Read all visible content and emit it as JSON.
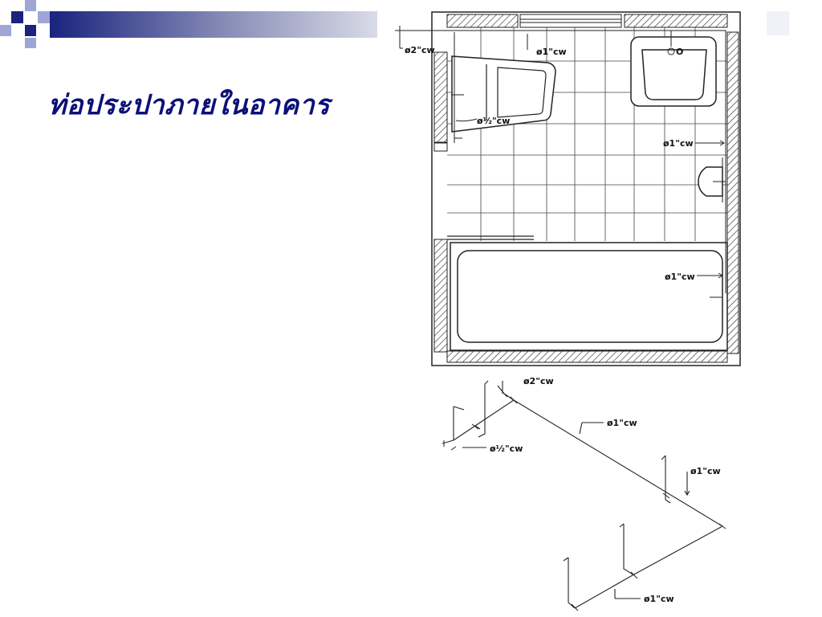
{
  "slide": {
    "title": "ท่อประปาภายในอาคาร",
    "theme_colors": {
      "title": "#0c1178",
      "square_dark": "#1a237e",
      "square_light": "#9fa6d6"
    }
  },
  "plan_view": {
    "pipe_labels": {
      "main_2in": "ø2\"cw",
      "sink_1in": "ø1\"cw",
      "toilet_half_in": "ø½\"cw",
      "bidet_1in": "ø1\"cw",
      "tub_1in": "ø1\"cw"
    },
    "fixture_letter": "O"
  },
  "isometric_view": {
    "pipe_labels": {
      "main_2in": "ø2\"cw",
      "run_1in_upper": "ø1\"cw",
      "branch_half_in": "ø½\"cw",
      "riser_1in": "ø1\"cw",
      "run_1in_lower": "ø1\"cw"
    }
  }
}
